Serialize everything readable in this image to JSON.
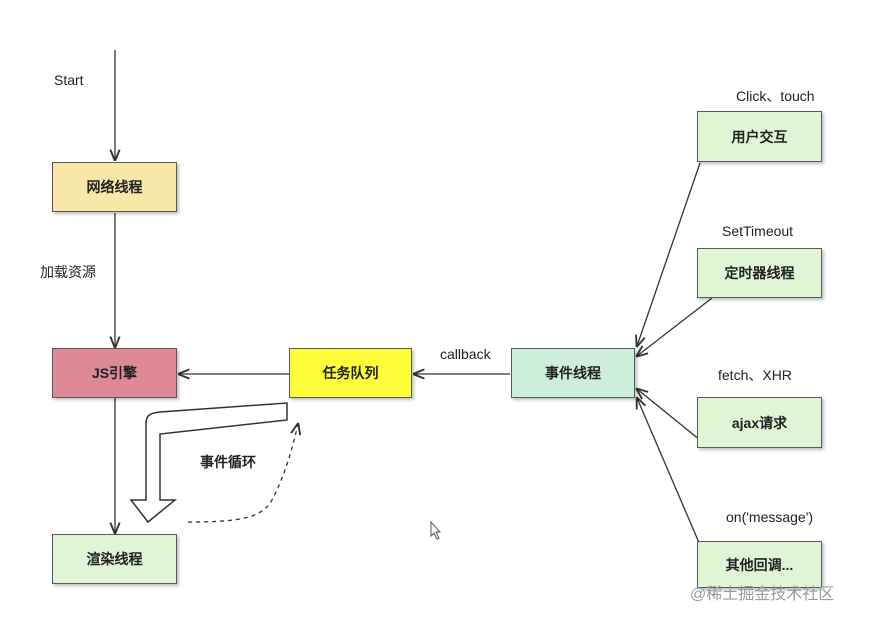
{
  "nodes": {
    "network_thread": {
      "label": "网络线程",
      "color": "#f8e7a6"
    },
    "js_engine": {
      "label": "JS引擎",
      "color": "#dd8996"
    },
    "render_thread": {
      "label": "渲染线程",
      "color": "#dff5d6"
    },
    "task_queue": {
      "label": "任务队列",
      "color": "#fdfd3a"
    },
    "event_thread": {
      "label": "事件线程",
      "color": "#cdeedb"
    },
    "user_interaction": {
      "label": "用户交互",
      "color": "#dff5d6"
    },
    "timer_thread": {
      "label": "定时器线程",
      "color": "#dff5d6"
    },
    "ajax_request": {
      "label": "ajax请求",
      "color": "#dff5d6"
    },
    "other_callbacks": {
      "label": "其他回调...",
      "color": "#dff5d6"
    }
  },
  "labels": {
    "start": "Start",
    "load_resources": "加载资源",
    "callback": "callback",
    "event_loop": "事件循环",
    "click_touch": "Click、touch",
    "set_timeout": "SetTimeout",
    "fetch_xhr": "fetch、XHR",
    "on_message": "on('message')"
  },
  "watermark": "@稀土掘金技术社区"
}
